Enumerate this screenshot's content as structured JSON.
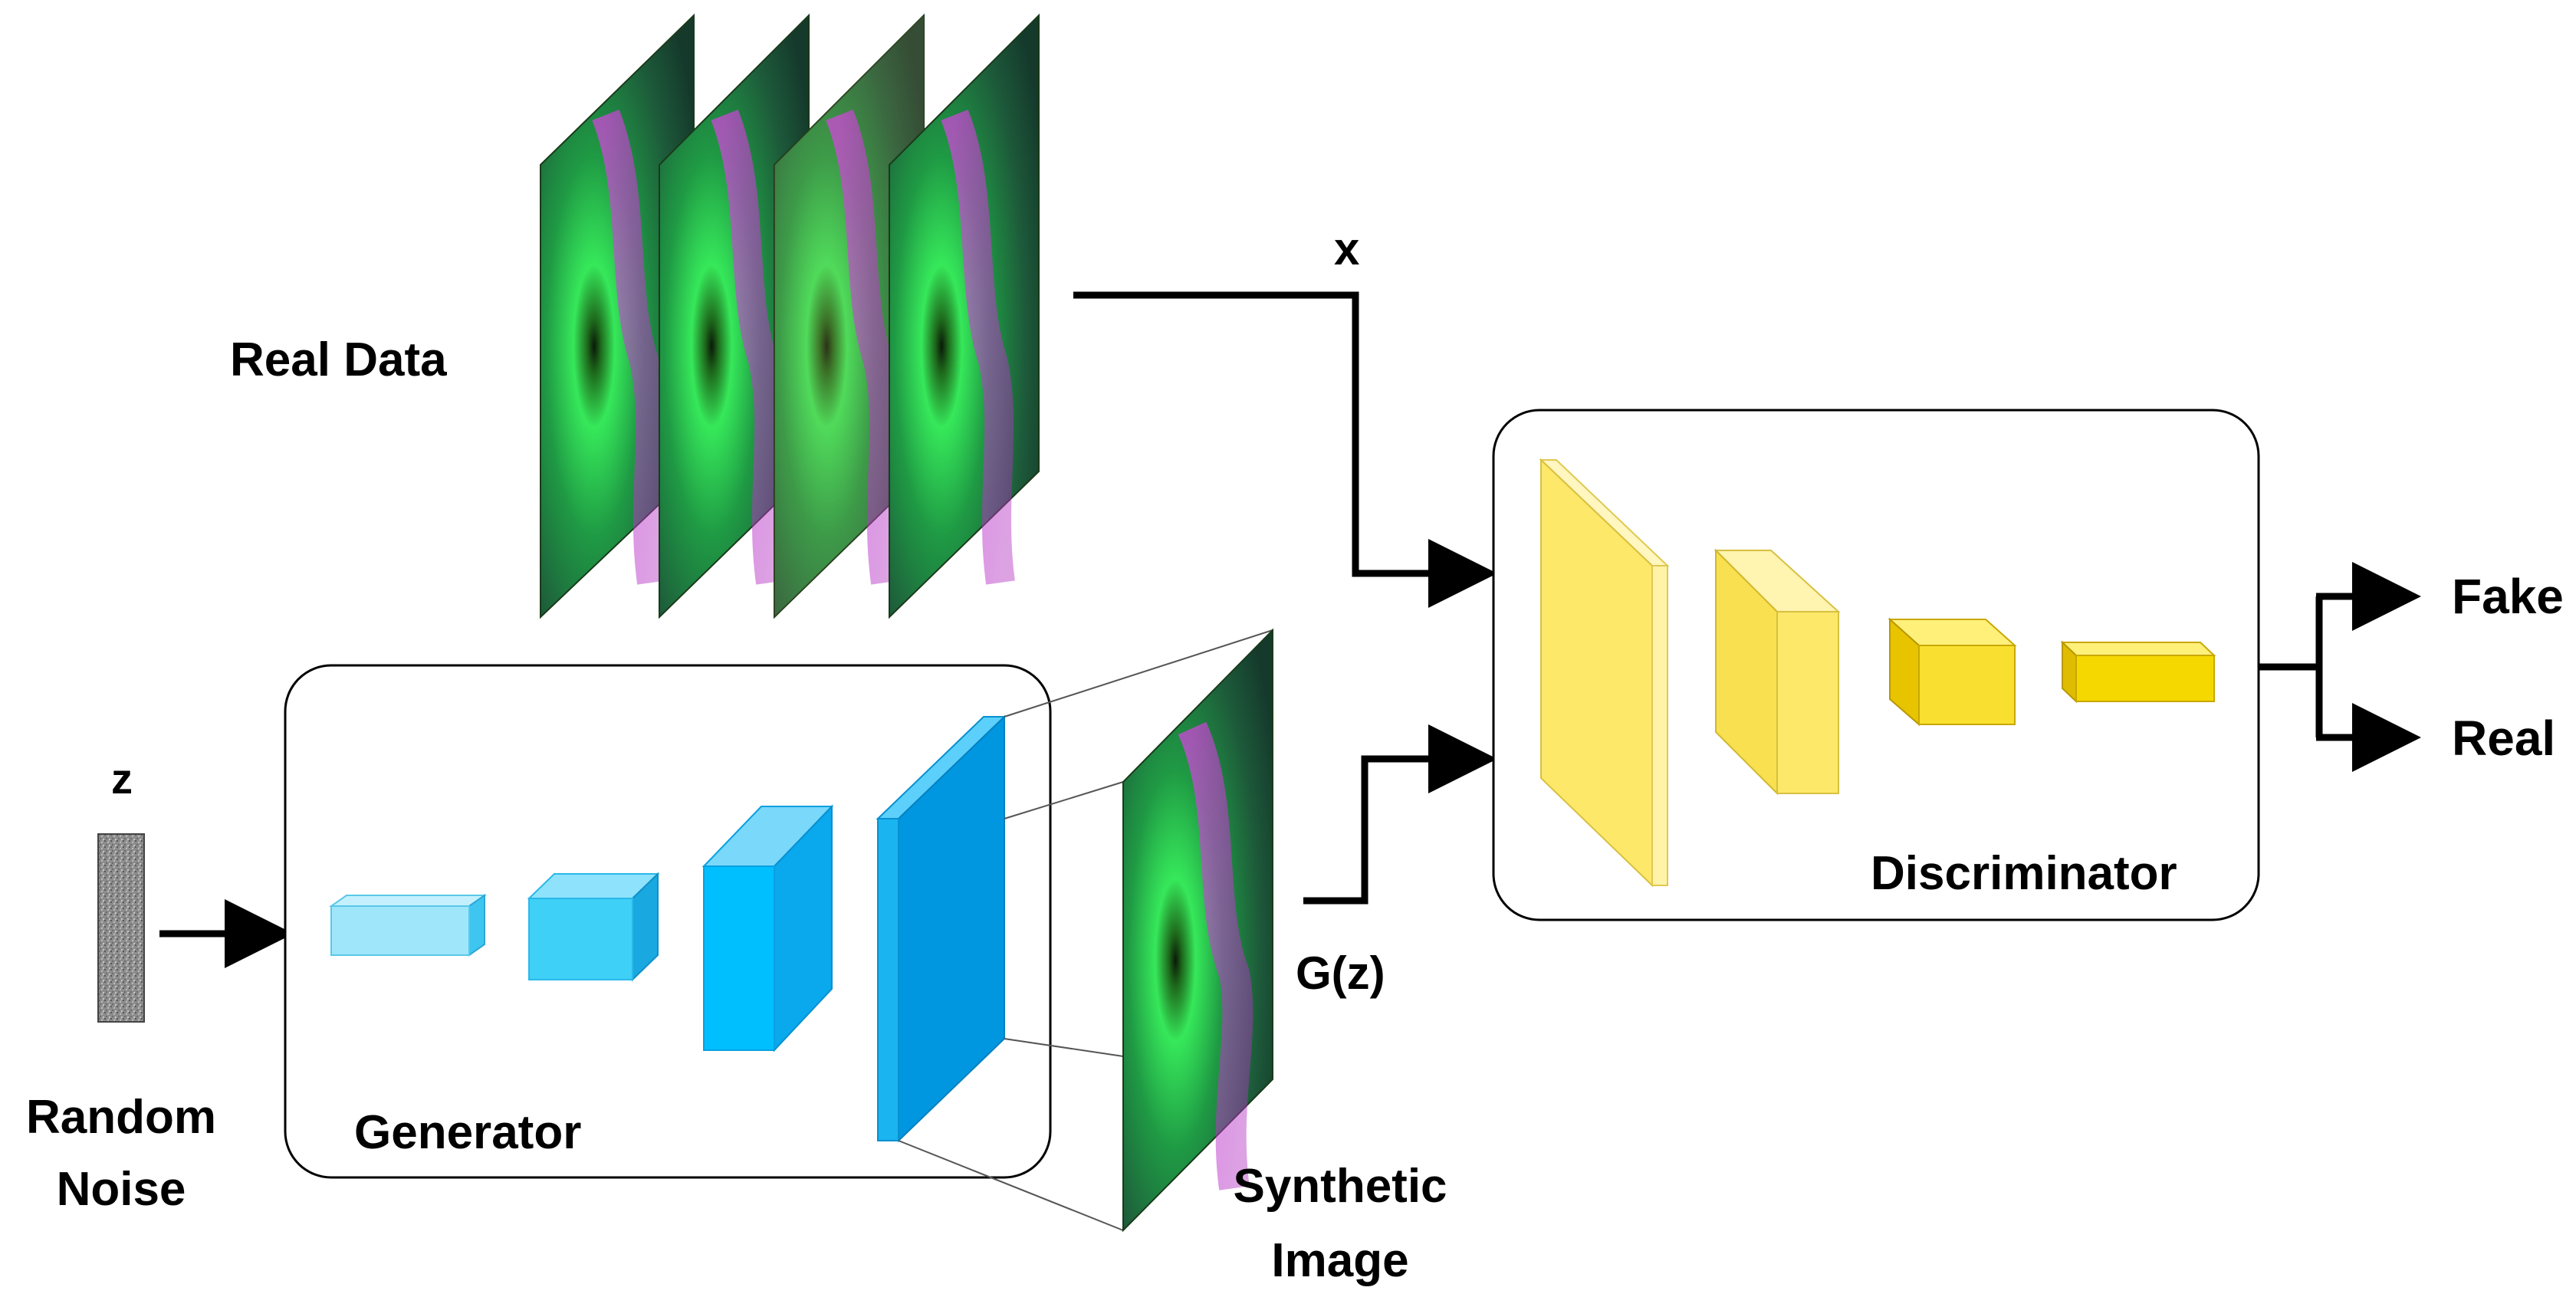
{
  "labels": {
    "real_data": "Real Data",
    "x": "x",
    "z": "z",
    "random_noise_line1": "Random",
    "random_noise_line2": "Noise",
    "generator": "Generator",
    "synthetic_line1": "Synthetic",
    "synthetic_line2": "Image",
    "gz": "G(z)",
    "discriminator": "Discriminator",
    "fake": "Fake",
    "real": "Real"
  },
  "colors": {
    "generator_blocks": [
      "#9fe6fb",
      "#3fd0f8",
      "#00bfff",
      "#0097e0"
    ],
    "discriminator_blocks": [
      "#fff080",
      "#fde86a",
      "#f9e030",
      "#f5d800"
    ],
    "image_green": "#2fdc5a",
    "image_magenta": "#e040e8",
    "noise_gray": "#8c8c8c"
  }
}
